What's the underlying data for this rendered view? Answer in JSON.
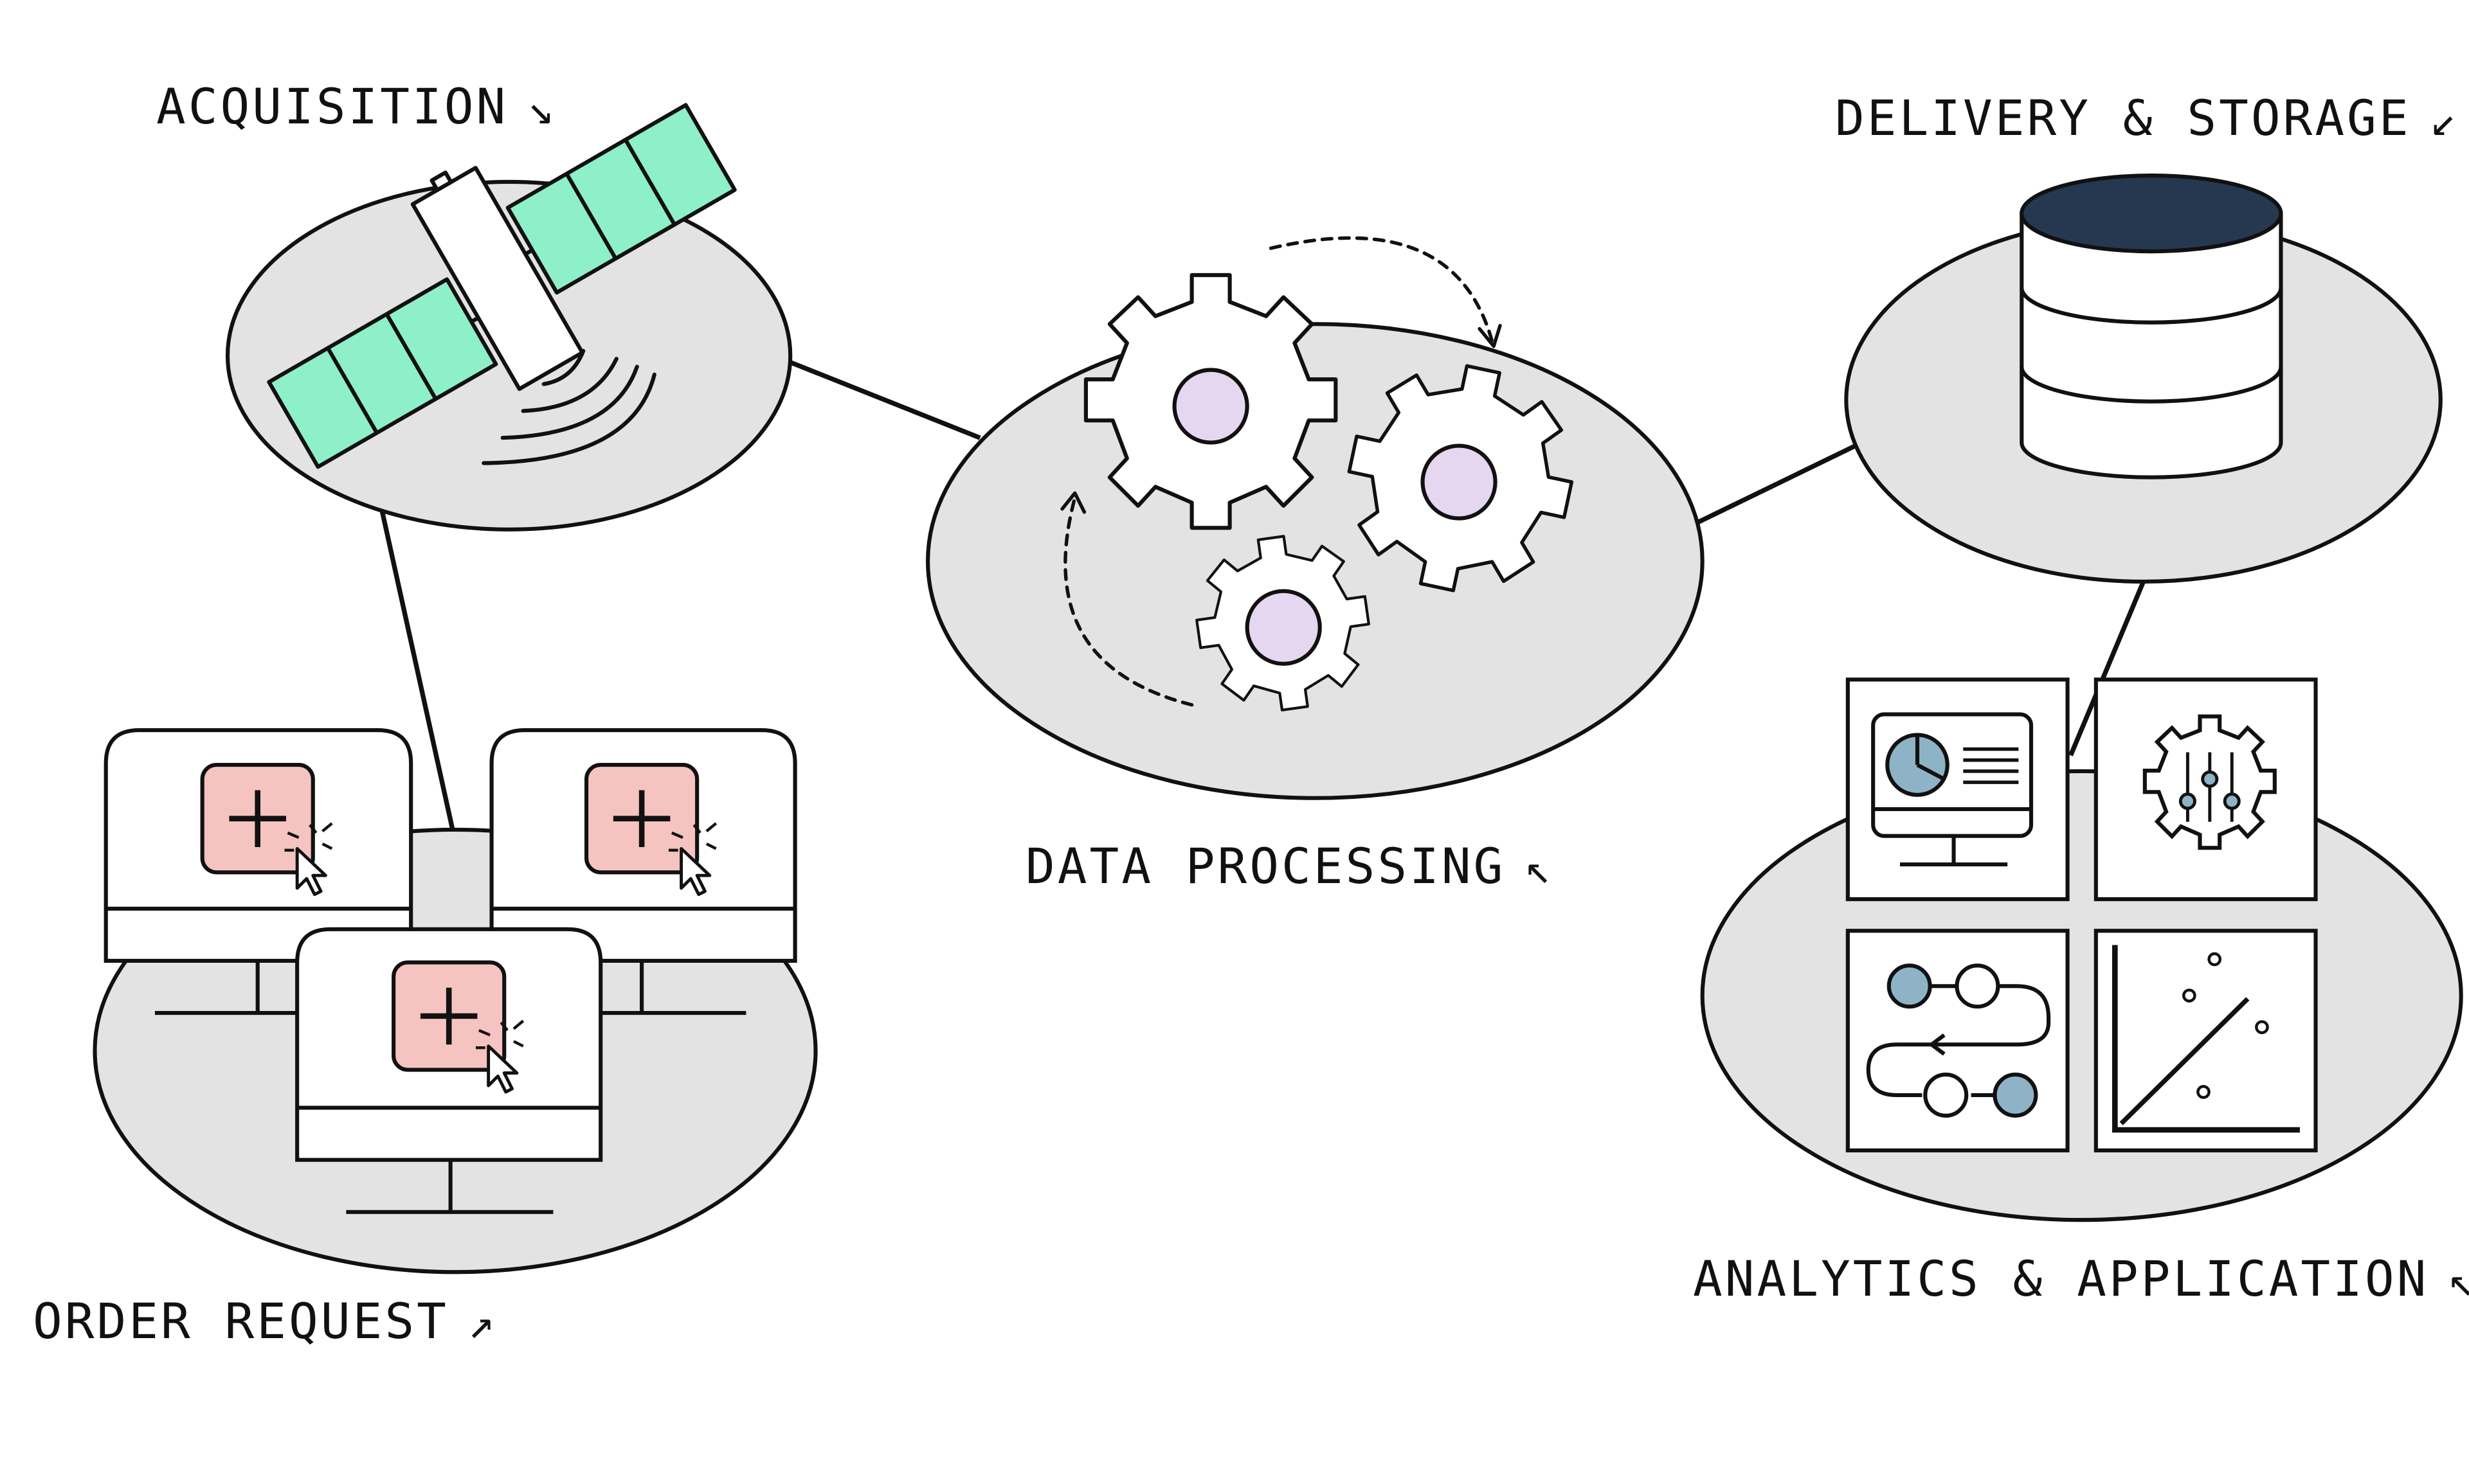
{
  "colors": {
    "blob": "#e3e3e3",
    "stroke": "#111111",
    "panel_green": "#8ef0c8",
    "gear_center": "#e6d7f0",
    "button_pink": "#f6c4c0",
    "db_top": "#263850",
    "accent_blue": "#8fb3c6"
  },
  "labels": {
    "acquisition": {
      "text": "ACQUISITION",
      "arrow": "↘"
    },
    "delivery": {
      "text": "DELIVERY & STORAGE",
      "arrow": "↙"
    },
    "processing": {
      "text": "DATA PROCESSING",
      "arrow": "↖"
    },
    "order": {
      "text": "ORDER REQUEST",
      "arrow": "↗"
    },
    "analytics": {
      "text": "ANALYTICS & APPLICATION",
      "arrow": "↖"
    }
  },
  "nodes": [
    {
      "id": "acquisition",
      "icon": "satellite-icon"
    },
    {
      "id": "data-processing",
      "icon": "gears-icon"
    },
    {
      "id": "delivery-storage",
      "icon": "database-icon"
    },
    {
      "id": "order-request",
      "icon": "monitor-add-icon"
    },
    {
      "id": "analytics-application",
      "icon": "analytics-tiles-icon"
    }
  ],
  "edges": [
    [
      "acquisition",
      "data-processing"
    ],
    [
      "acquisition",
      "order-request"
    ],
    [
      "data-processing",
      "delivery-storage"
    ],
    [
      "delivery-storage",
      "analytics-application"
    ]
  ]
}
